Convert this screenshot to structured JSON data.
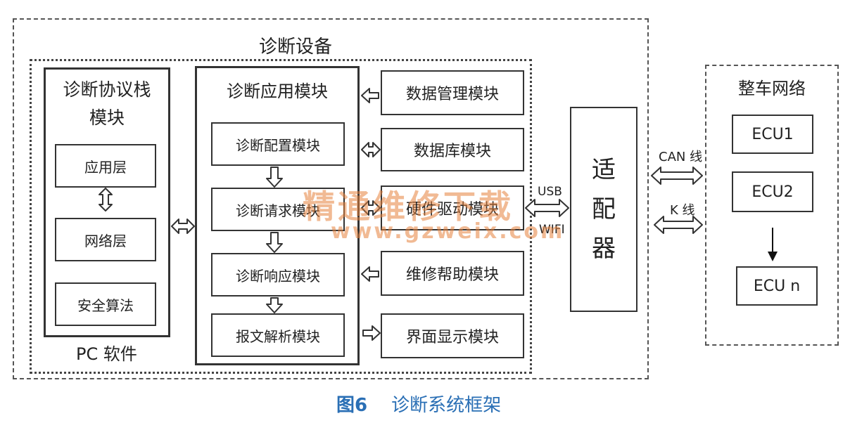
{
  "device": {
    "label": "诊断设备"
  },
  "pc": {
    "label": "PC 软件"
  },
  "protocol_stack": {
    "title": "诊断协议栈\n模块",
    "layers": [
      "应用层",
      "网络层",
      "安全算法"
    ]
  },
  "app_module": {
    "title": "诊断应用模块",
    "steps": [
      "诊断配置模块",
      "诊断请求模块",
      "诊断响应模块",
      "报文解析模块"
    ]
  },
  "side_modules": [
    "数据管理模块",
    "数据库模块",
    "硬件驱动模块",
    "维修帮助模块",
    "界面显示模块"
  ],
  "adapter": {
    "label": "适\n配\n器"
  },
  "links": {
    "usb": "USB",
    "wifi": "WIFI",
    "can": "CAN 线",
    "k": "K 线"
  },
  "vehicle": {
    "title": "整车网络",
    "ecus": [
      "ECU1",
      "ECU2",
      "ECU n"
    ]
  },
  "caption": {
    "fig": "图6",
    "title": "诊断系统框架"
  },
  "watermark": {
    "cn": "精通维修下载",
    "url": "www.gzweix.com"
  },
  "colors": {
    "caption": "#2a6fb5",
    "watermark": "#e6823c"
  }
}
